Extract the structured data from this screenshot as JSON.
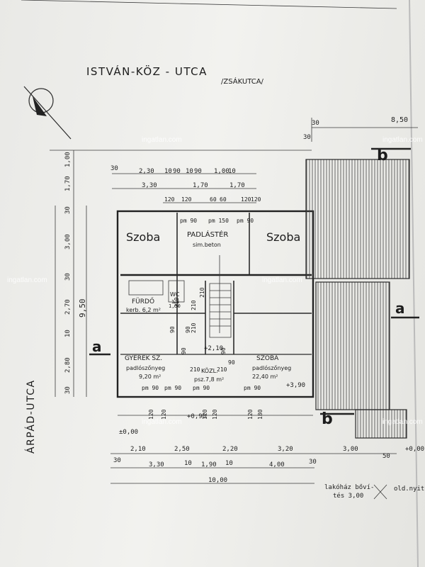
{
  "street_top": "ISTVÁN-KÖZ  - UTCA",
  "street_top_note": "/ZSÁKUTCA/",
  "street_left": "ÁRPÁD-UTCA",
  "rooms": {
    "szoba_left": "Szoba",
    "szoba_right": "Szoba",
    "padlaster": "PADLÁSTÉR",
    "padlaster_sub": "sim.beton",
    "furdo": "FÜRDŐ",
    "furdo_sub": "kerb. 6,2 m²",
    "wc": "WC",
    "wc_sub": "1,3",
    "gyerek": "GYEREK SZ.",
    "gyerek_floor": "padlószőnyeg",
    "gyerek_area": "9,20 m²",
    "kozl": "KÖZL.",
    "kozl_sub": "psz.7,8 m²",
    "szoba_big": "SZOBA",
    "szoba_big_floor": "padlószőnyeg",
    "szoba_big_area": "22,40 m²"
  },
  "sections": {
    "b_top": "b",
    "a_right": "a",
    "a_left": "a",
    "b_bottom": "b"
  },
  "dims_top": [
    "30",
    "2,30",
    "10",
    "90",
    "10",
    "90",
    "1,00",
    "10",
    "3,30",
    "1,70",
    "1,70"
  ],
  "dims_top_openings": [
    "120",
    "120",
    "60",
    "60",
    "120",
    "120"
  ],
  "dims_pm": [
    "pm 90",
    "pm 150",
    "pm 90"
  ],
  "dims_right_top": [
    "30",
    "30",
    "8,50"
  ],
  "dims_left": [
    "1,00",
    "1,70",
    "30",
    "3,00",
    "30",
    "2,70",
    "10",
    "2,80",
    "30"
  ],
  "dim_total_left": "9,50",
  "levels": [
    "+2,10",
    "+0,90",
    "±0,00",
    "+3,90",
    "+0,00"
  ],
  "interior_marks": [
    "210",
    "210",
    "90",
    "90",
    "90",
    "90",
    "210",
    "90",
    "210",
    "210",
    "1,30",
    "210"
  ],
  "dims_bottom_openings": [
    "120",
    "120",
    "120",
    "120",
    "120",
    "180"
  ],
  "bottom_pm": [
    "pm 90",
    "pm 90",
    "pm 90",
    "pm 90"
  ],
  "dims_bottom_row1": [
    "2,10",
    "2,50",
    "2,20",
    "3,20",
    "3,00",
    "50"
  ],
  "dims_bottom_row2": [
    "30",
    "3,30",
    "10",
    "1,90",
    "10",
    "4,00",
    "30"
  ],
  "dim_total_bottom": "10,00",
  "notes_bottom": [
    "lakóház bőví-",
    "tés 3,00",
    "old.nyitó"
  ],
  "watermarks": [
    "ingatlan.com",
    "ingatlan.com",
    "ingatlan.com",
    "ingatlan.com",
    "ingatlan.com",
    "ingatlan.com"
  ]
}
